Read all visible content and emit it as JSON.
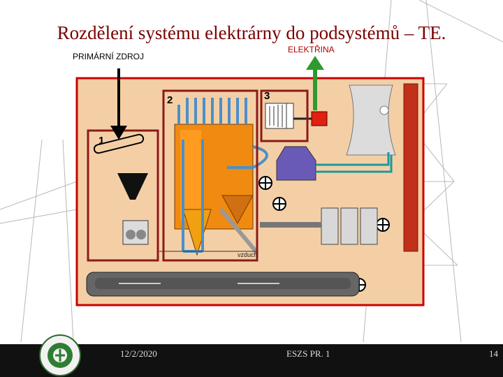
{
  "title": "Rozdělení systému elektrárny  do podsystémů – TE.",
  "labels": {
    "primary_source": "PRIMÁRNÍ ZDROJ",
    "electricity": "ELEKTŘINA",
    "air": "vzduch"
  },
  "subsystems": [
    "1",
    "2",
    "3"
  ],
  "footer": {
    "date": "12/2/2020",
    "course": "ESZS PR. 1",
    "page": "14"
  },
  "colors": {
    "title": "#7a0000",
    "frame": "#cc0000",
    "subsystem_box": "#8b1a1a",
    "electricity_arrow": "#2e9a2e",
    "boiler": "#f08a10",
    "water_pipe": "#4a90c8"
  },
  "icons": [
    "down-arrow-icon",
    "up-arrow-icon",
    "faculty-logo-icon"
  ]
}
